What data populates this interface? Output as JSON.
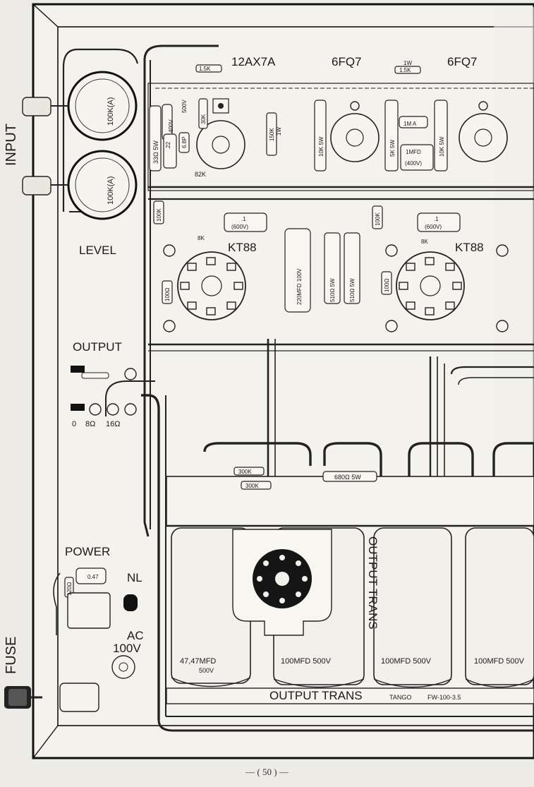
{
  "sections": {
    "input": "INPUT",
    "level": "LEVEL",
    "output": "OUTPUT",
    "power": "POWER",
    "fuse": "FUSE",
    "nl": "NL",
    "ac": "AC",
    "ac_volt": "100V"
  },
  "tubes": {
    "t1": "12AX7A",
    "t2": "6FQ7",
    "t3": "6FQ7",
    "p1": "KT88",
    "p2": "KT88"
  },
  "pots": {
    "pot1": "100K(A)",
    "pot2": "100K(A)"
  },
  "output_terminals": {
    "t0": "0",
    "t8": "8Ω",
    "t16": "16Ω"
  },
  "components": {
    "r_1k5_a": "1.5K",
    "r_1k5_b": "1.5K",
    "r_1w": "1W",
    "r_30k": "30K",
    "c_500v": "500V",
    "r_33": "33Ω 5W",
    "c_22": ".22",
    "c_400v": "400V",
    "c_68p": "6.8P",
    "r_82k": "82K",
    "r_150k": "150K",
    "r_150k_w": "1W",
    "r_10k5w_a": "10K 5W",
    "r_5k5w": "5K 5W",
    "r_1m": "1M A",
    "c_1mfd": "1MFD",
    "c_1mfd_v": "(400V)",
    "r_10k5w_b": "10K 5W",
    "r_100k_a": "100K",
    "c_1_a": ".1",
    "c_1_a_v": "(600V)",
    "r_8k_a": "8K",
    "r_100_a": "100Ω",
    "c_220": "220MFD 100V",
    "r_510_a": "510Ω 5W",
    "r_510_b": "510Ω 5W",
    "r_100k_b": "100K",
    "c_1_b": ".1",
    "c_1_b_v": "(600V)",
    "r_8k_b": "8K",
    "r_100_b": "100Ω",
    "r_300k_a": "300K",
    "r_300k_b": "300K",
    "r_680": "680Ω 5W",
    "c_047": "0.47",
    "r_120": "120Ω"
  },
  "capacitors": {
    "can1": "47,47MFD",
    "can1_v": "500V",
    "can2": "100MFD 500V",
    "can3": "100MFD 500V",
    "can4": "100MFD 500V"
  },
  "transformer": {
    "label": "OUTPUT TRANS",
    "brand": "TANGO",
    "model": "FW-100-3.5",
    "side_text": "OUTPUT TRANS"
  },
  "footer": {
    "page_number": "— ( 50 ) —"
  }
}
